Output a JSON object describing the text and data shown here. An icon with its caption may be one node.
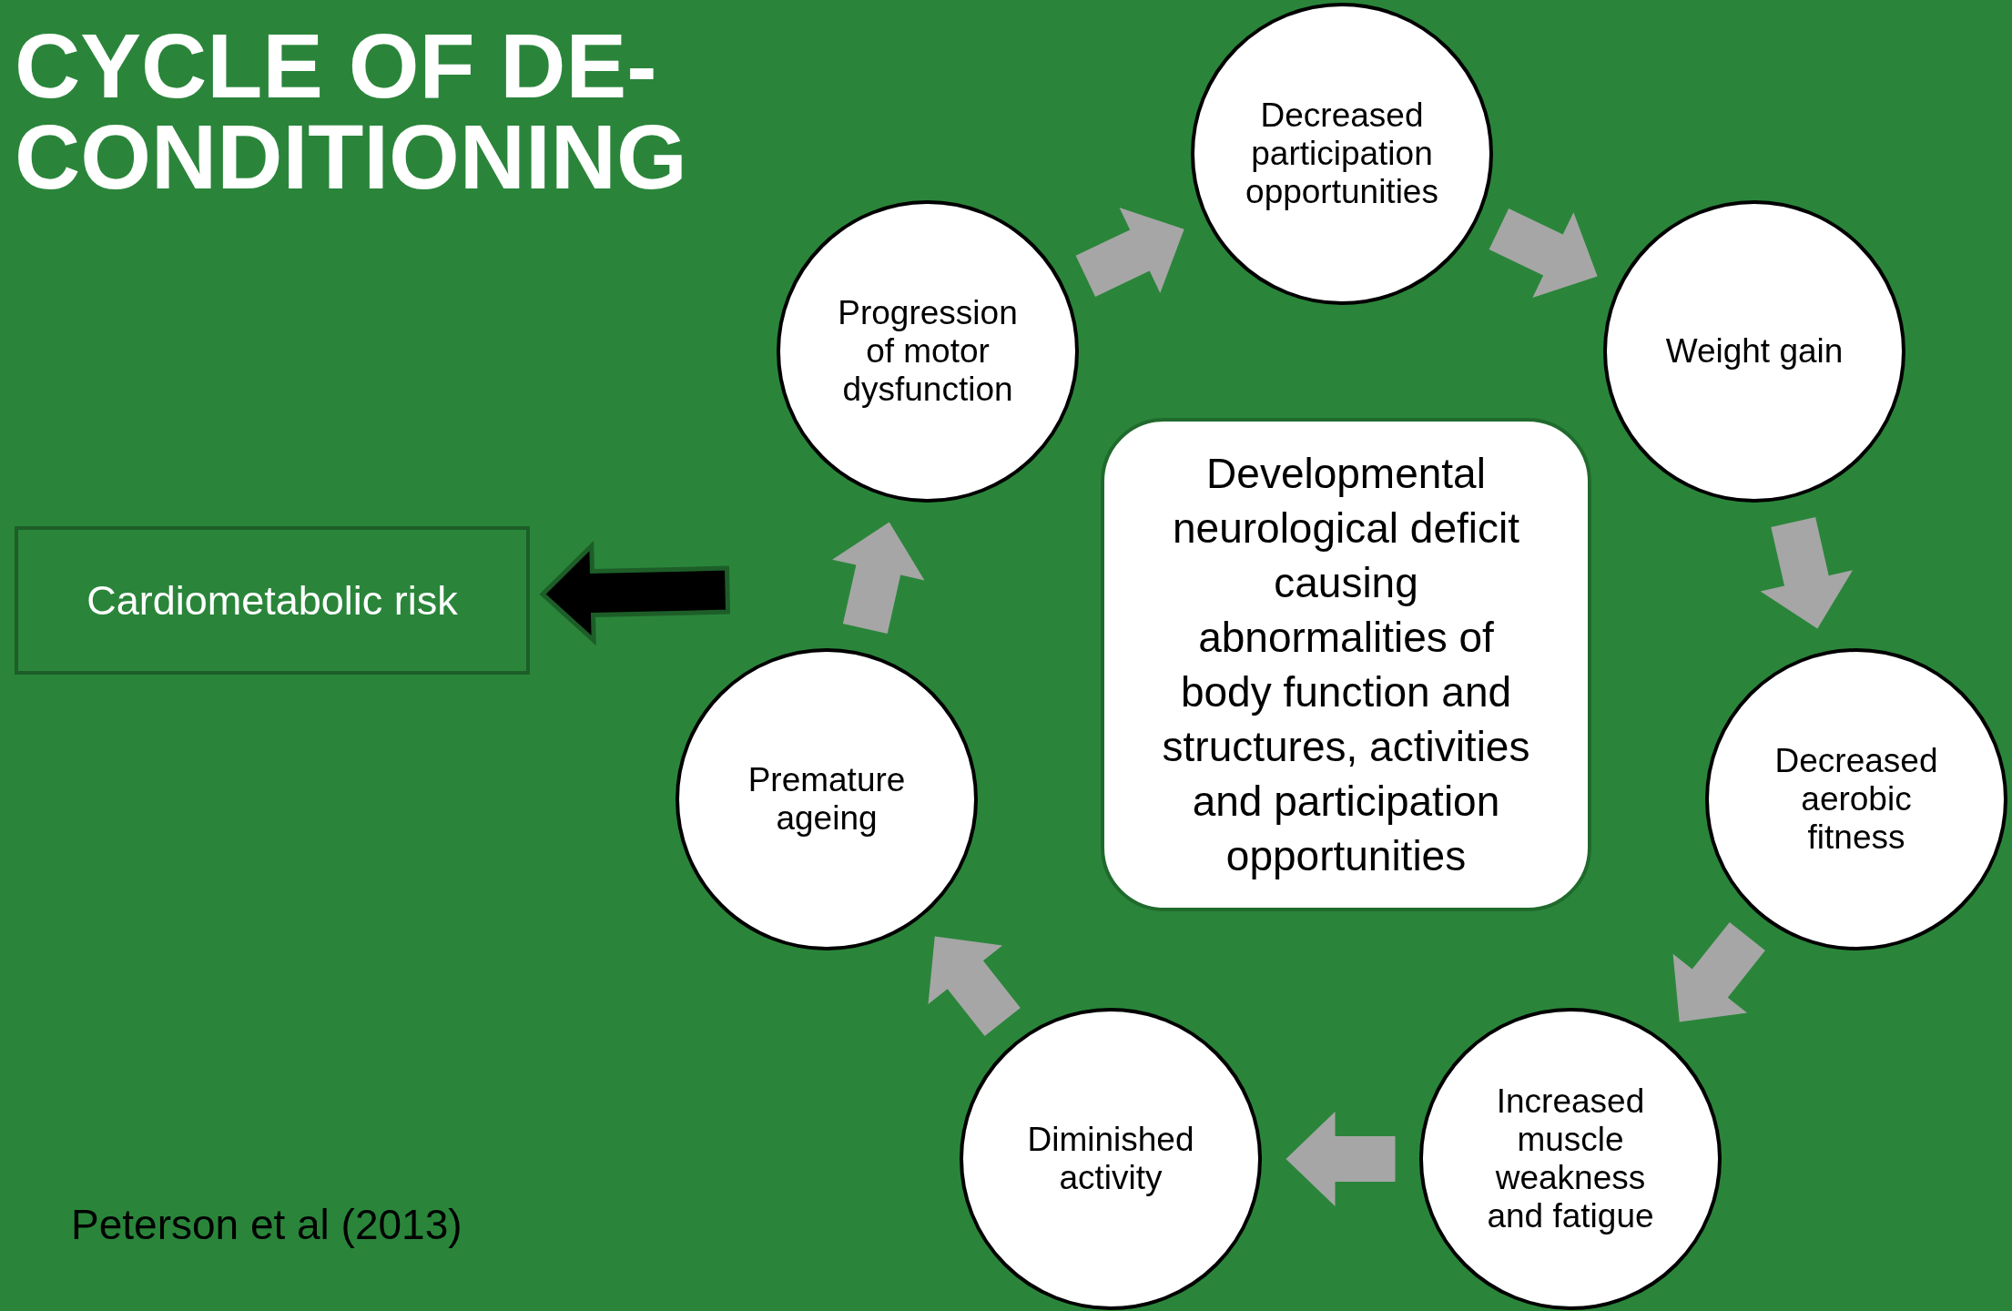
{
  "diagram": {
    "title": "CYCLE OF DE-CONDITIONING",
    "nodes": [
      {
        "text": [
          "Decreased participation opportunities"
        ]
      },
      {
        "text": [
          "Weight gain"
        ]
      },
      {
        "text": [
          "Decreased aerobic fitness"
        ]
      },
      {
        "text": [
          "Increased muscle weakness and fatigue"
        ]
      },
      {
        "text": [
          "Diminished activity"
        ]
      },
      {
        "text": [
          "Premature ageing"
        ]
      },
      {
        "text": [
          "Progression of motor dysfunction"
        ]
      },
      {
        "text": [
          "Developmental neurological deficit causing abnormalities of body function and structures, activities and participation opportunities"
        ]
      },
      {
        "text": [
          "Cardiometabolic risk"
        ]
      }
    ],
    "edges": [
      {
        "from": 0,
        "to": 1,
        "arrow": "to"
      },
      {
        "from": 1,
        "to": 2,
        "arrow": "to"
      },
      {
        "from": 2,
        "to": 3,
        "arrow": "to"
      },
      {
        "from": 3,
        "to": 4,
        "arrow": "to"
      },
      {
        "from": 4,
        "to": 5,
        "arrow": "to"
      },
      {
        "from": 5,
        "to": 6,
        "arrow": "to"
      },
      {
        "from": 6,
        "to": 0,
        "arrow": "to"
      },
      {
        "from": null,
        "to": 8,
        "arrow": "to",
        "color": "#000000"
      }
    ],
    "labels": [
      "Peterson et al (2013)"
    ]
  }
}
